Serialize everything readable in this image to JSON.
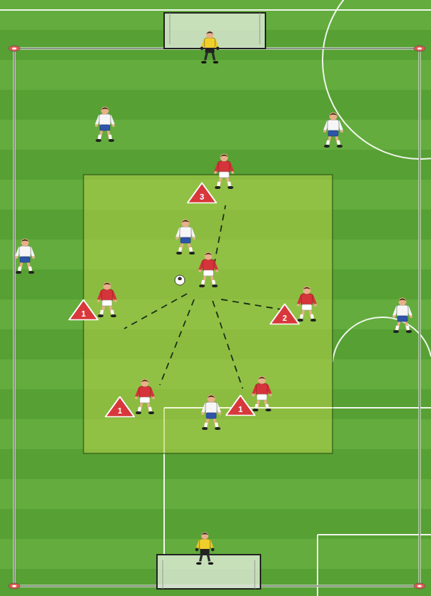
{
  "diagram": {
    "nodes": [
      {
        "text": [
          "3"
        ]
      },
      {
        "text": [
          "1"
        ]
      },
      {
        "text": [
          "2"
        ]
      },
      {
        "text": [
          "1"
        ]
      },
      {
        "text": [
          "1"
        ]
      }
    ]
  }
}
